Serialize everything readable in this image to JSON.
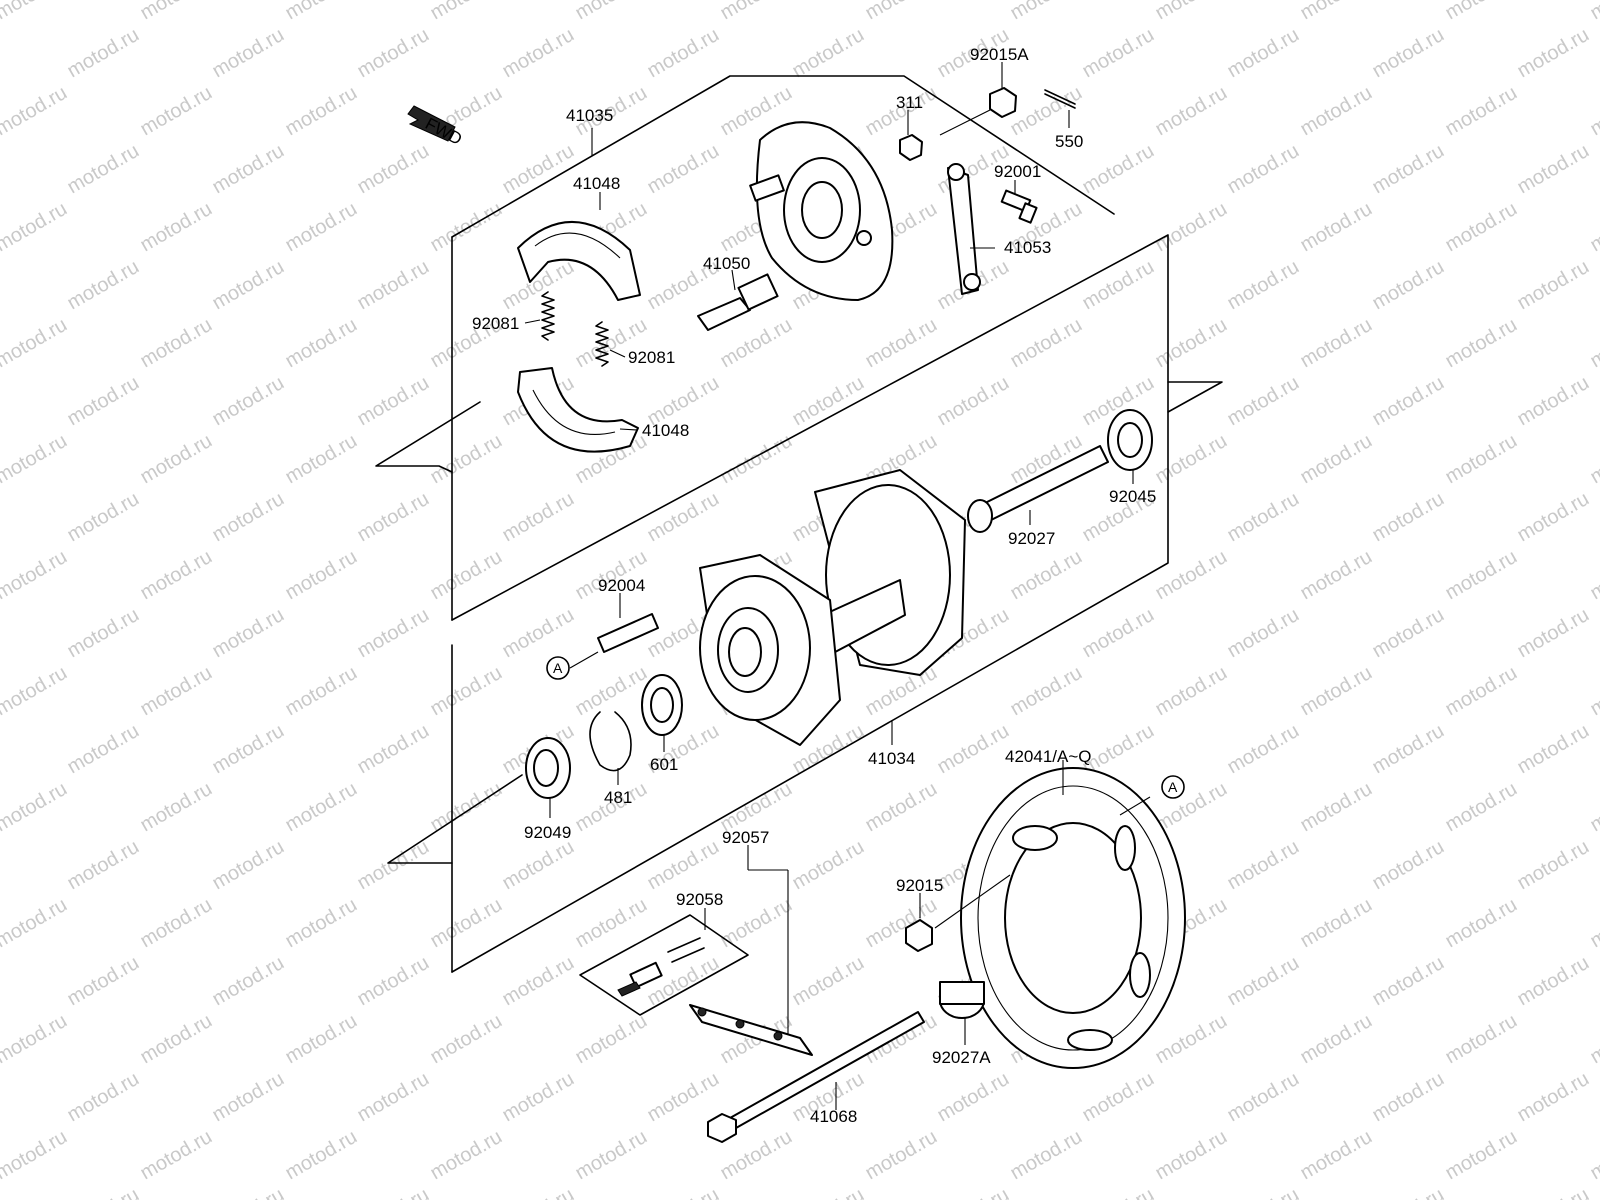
{
  "watermark": "motod.ru",
  "fwd_label": "FWD",
  "ref_marker": "A",
  "labels": {
    "p41035": "41035",
    "p41048a": "41048",
    "p41048b": "41048",
    "p92081a": "92081",
    "p92081b": "92081",
    "p41050": "41050",
    "p311": "311",
    "p92015A": "92015A",
    "p550": "550",
    "p92001": "92001",
    "p41053": "41053",
    "p92045": "92045",
    "p92027": "92027",
    "p92004": "92004",
    "p601": "601",
    "p481": "481",
    "p92049": "92049",
    "p41034": "41034",
    "p42041": "42041/A~Q",
    "p92057": "92057",
    "p92058": "92058",
    "p92015": "92015",
    "p92027A": "92027A",
    "p41068": "41068"
  }
}
